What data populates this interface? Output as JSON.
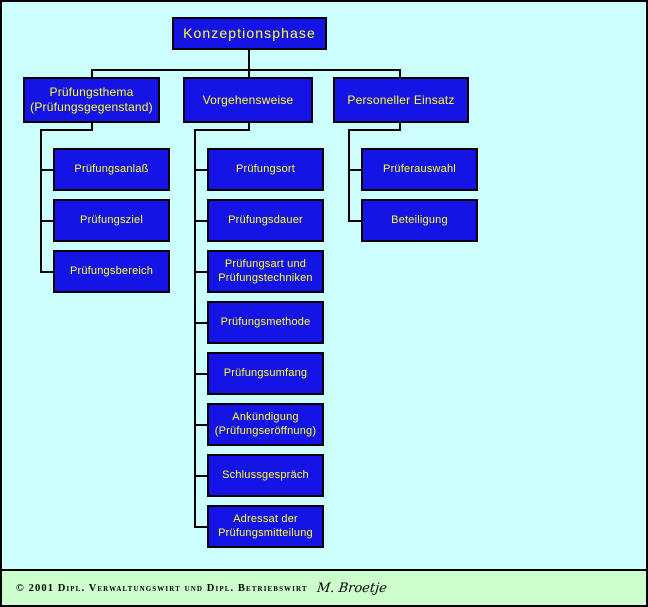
{
  "diagram": {
    "title_node": {
      "label": "Konzeptionsphase"
    },
    "branches": [
      {
        "header": "Prüfungsthema\n(Prüfungsgegenstand)",
        "children": [
          {
            "label": "Prüfungsanlaß"
          },
          {
            "label": "Prüfungsziel"
          },
          {
            "label": "Prüfungsbereich"
          }
        ]
      },
      {
        "header": "Vorgehensweise",
        "children": [
          {
            "label": "Prüfungsort"
          },
          {
            "label": "Prüfungsdauer"
          },
          {
            "label": "Prüfungsart  und\nPrüfungstechniken"
          },
          {
            "label": "Prüfungsmethode"
          },
          {
            "label": "Prüfungsumfang"
          },
          {
            "label": "Ankündigung\n(Prüfungseröffnung)"
          },
          {
            "label": "Schlussgespräch"
          },
          {
            "label": "Adressat der\nPrüfungsmitteilung"
          }
        ]
      },
      {
        "header": "Personeller Einsatz",
        "children": [
          {
            "label": "Prüferauswahl"
          },
          {
            "label": "Beteiligung"
          }
        ]
      }
    ]
  },
  "footer": {
    "copyright": "© 2001 Dipl. Verwaltungswirt und Dipl. Betriebswirt",
    "signature": "M. Broetje"
  },
  "colors": {
    "background": "#ccffff",
    "footer_background": "#ccffcc",
    "node_fill": "#1414e6",
    "node_text": "#ffff33",
    "line": "#000000",
    "border": "#000000"
  }
}
